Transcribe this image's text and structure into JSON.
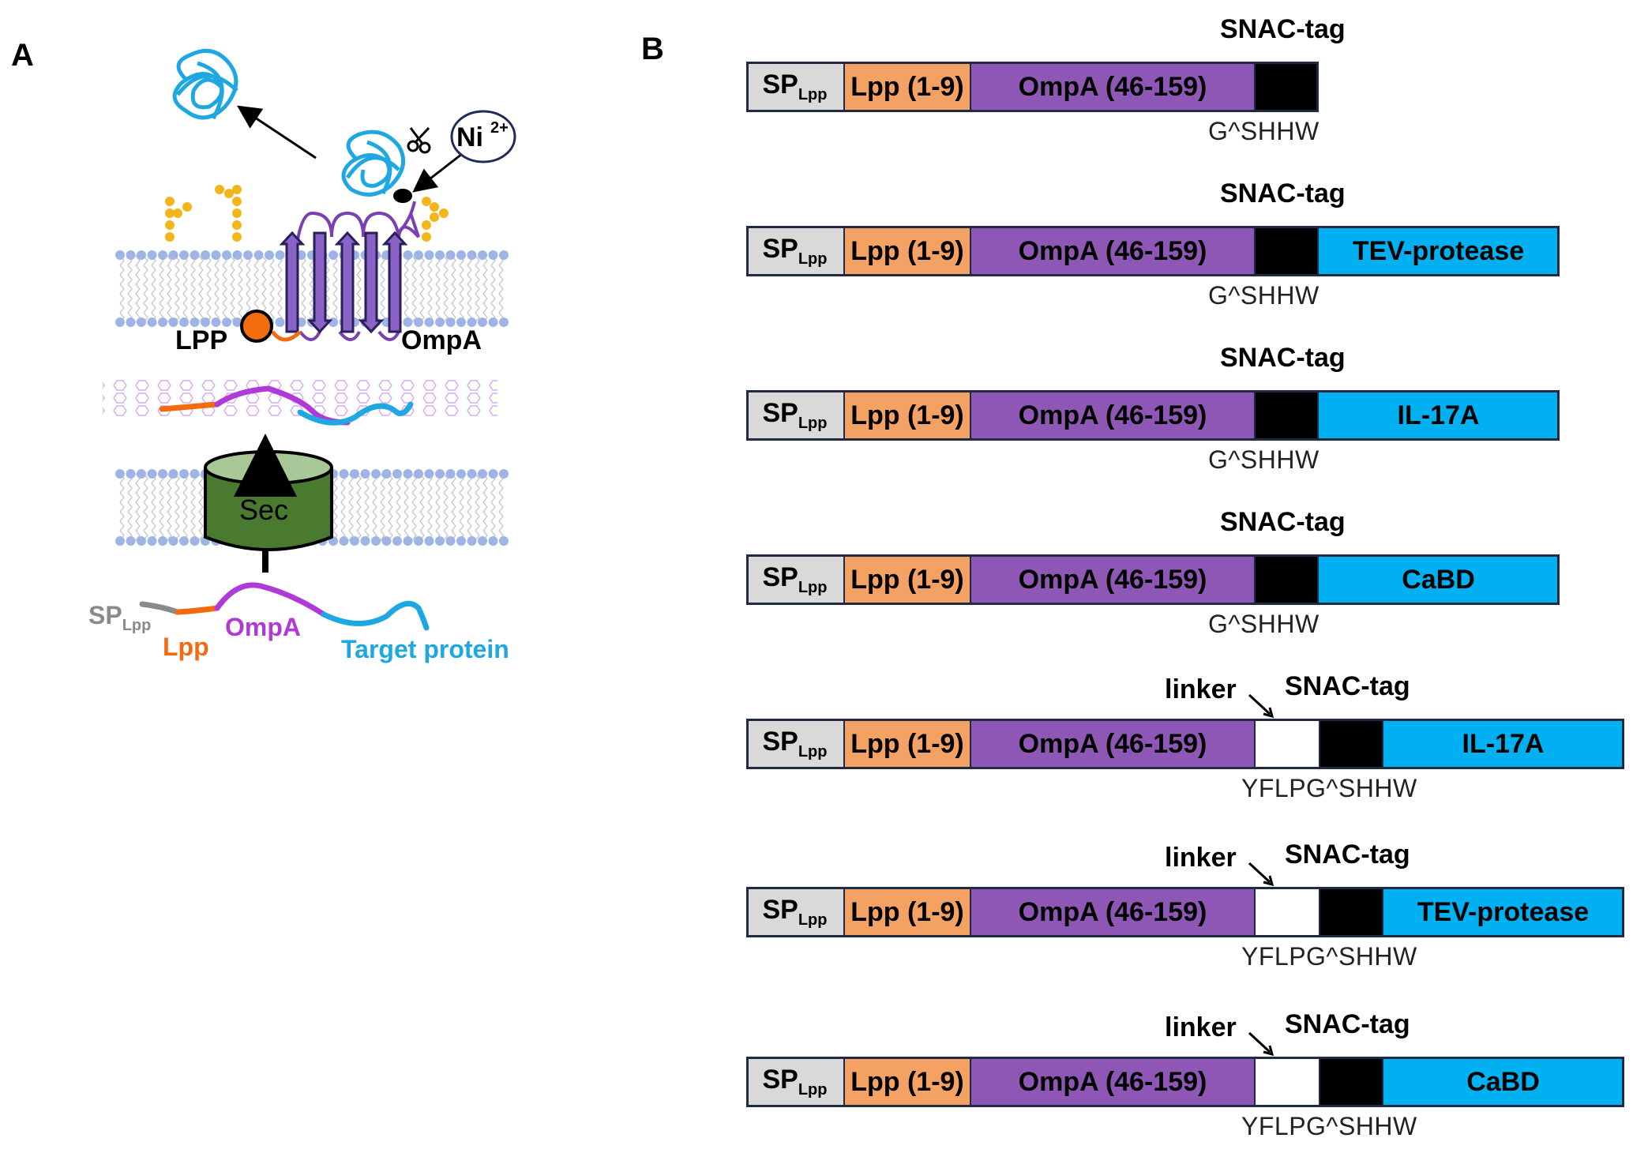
{
  "panel_a": {
    "letter": "A",
    "ni_label": "Ni",
    "ni_superscript": "2+",
    "lpp_label": "LPP",
    "ompa_label": "OmpA",
    "sec_label": "Sec",
    "chain_labels": {
      "sp": "SP",
      "sp_sub": "Lpp",
      "lpp": "Lpp",
      "ompa": "OmpA",
      "target": "Target protein"
    },
    "colors": {
      "target_blue": "#1ea7e1",
      "ompa_magenta": "#b03ad8",
      "lpp_orange": "#f26b0f",
      "sp_grey": "#8a8a8a",
      "membrane_blue": "#9fb4e6",
      "sec_green": "#4a7a30",
      "barrel_purple": "#8a63c6",
      "lps_yellow": "#f2b61b"
    }
  },
  "panel_b": {
    "letter": "B",
    "colors": {
      "sp": "#d9d9d9",
      "lpp": "#f4a164",
      "ompa": "#8e57b6",
      "snac": "#000000",
      "linker": "#ffffff",
      "fusion": "#00b0f0"
    },
    "constructs": [
      {
        "sp": "SP",
        "sp_sub": "Lpp",
        "lpp": "Lpp (1-9)",
        "ompa": "OmpA (46-159)",
        "snac_label": "SNAC-tag",
        "linker": false,
        "fusion": "",
        "cut": "G^SHHW"
      },
      {
        "sp": "SP",
        "sp_sub": "Lpp",
        "lpp": "Lpp (1-9)",
        "ompa": "OmpA (46-159)",
        "snac_label": "SNAC-tag",
        "linker": false,
        "fusion": "TEV-protease",
        "cut": "G^SHHW"
      },
      {
        "sp": "SP",
        "sp_sub": "Lpp",
        "lpp": "Lpp (1-9)",
        "ompa": "OmpA (46-159)",
        "snac_label": "SNAC-tag",
        "linker": false,
        "fusion": "IL-17A",
        "cut": "G^SHHW"
      },
      {
        "sp": "SP",
        "sp_sub": "Lpp",
        "lpp": "Lpp (1-9)",
        "ompa": "OmpA (46-159)",
        "snac_label": "SNAC-tag",
        "linker": false,
        "fusion": "CaBD",
        "cut": "G^SHHW"
      },
      {
        "sp": "SP",
        "sp_sub": "Lpp",
        "lpp": "Lpp (1-9)",
        "ompa": "OmpA (46-159)",
        "snac_label": "SNAC-tag",
        "linker": true,
        "linker_label": "linker",
        "fusion": "IL-17A",
        "cut": "YFLPG^SHHW"
      },
      {
        "sp": "SP",
        "sp_sub": "Lpp",
        "lpp": "Lpp (1-9)",
        "ompa": "OmpA (46-159)",
        "snac_label": "SNAC-tag",
        "linker": true,
        "linker_label": "linker",
        "fusion": "TEV-protease",
        "cut": "YFLPG^SHHW"
      },
      {
        "sp": "SP",
        "sp_sub": "Lpp",
        "lpp": "Lpp (1-9)",
        "ompa": "OmpA (46-159)",
        "snac_label": "SNAC-tag",
        "linker": true,
        "linker_label": "linker",
        "fusion": "CaBD",
        "cut": "YFLPG^SHHW"
      }
    ]
  }
}
